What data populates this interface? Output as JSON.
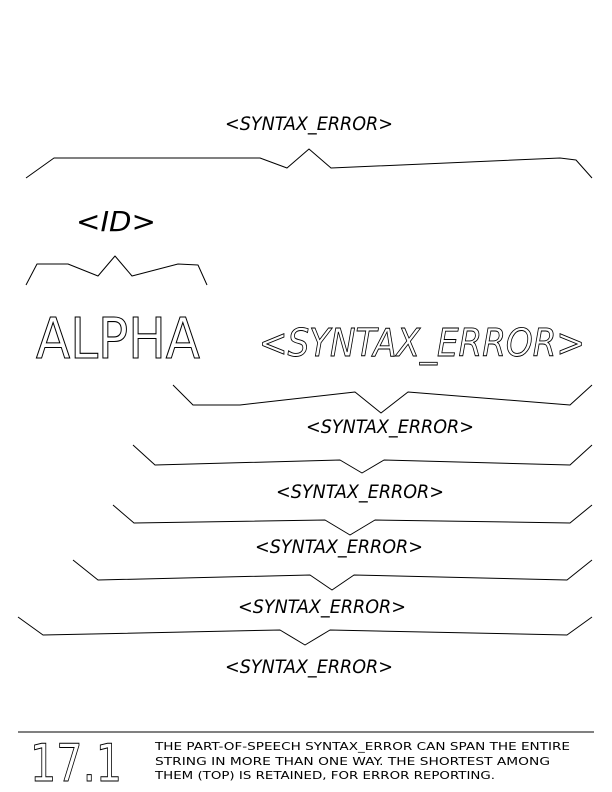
{
  "top_label": "<SYNTAX_ERROR>",
  "id_label": "<ID>",
  "word": "ALPHA",
  "big_label": "<SYNTAX_ERROR>",
  "nested_labels": [
    "<SYNTAX_ERROR>",
    "<SYNTAX_ERROR>",
    "<SYNTAX_ERROR>",
    "<SYNTAX_ERROR>",
    "<SYNTAX_ERROR>"
  ],
  "caption": {
    "number": "17.1",
    "lines": [
      "THE PART-OF-SPEECH SYNTAX_ERROR CAN SPAN THE ENTIRE",
      "STRING IN MORE THAN ONE WAY.  THE SHORTEST AMONG",
      "THEM (TOP) IS RETAINED, FOR ERROR REPORTING."
    ]
  }
}
